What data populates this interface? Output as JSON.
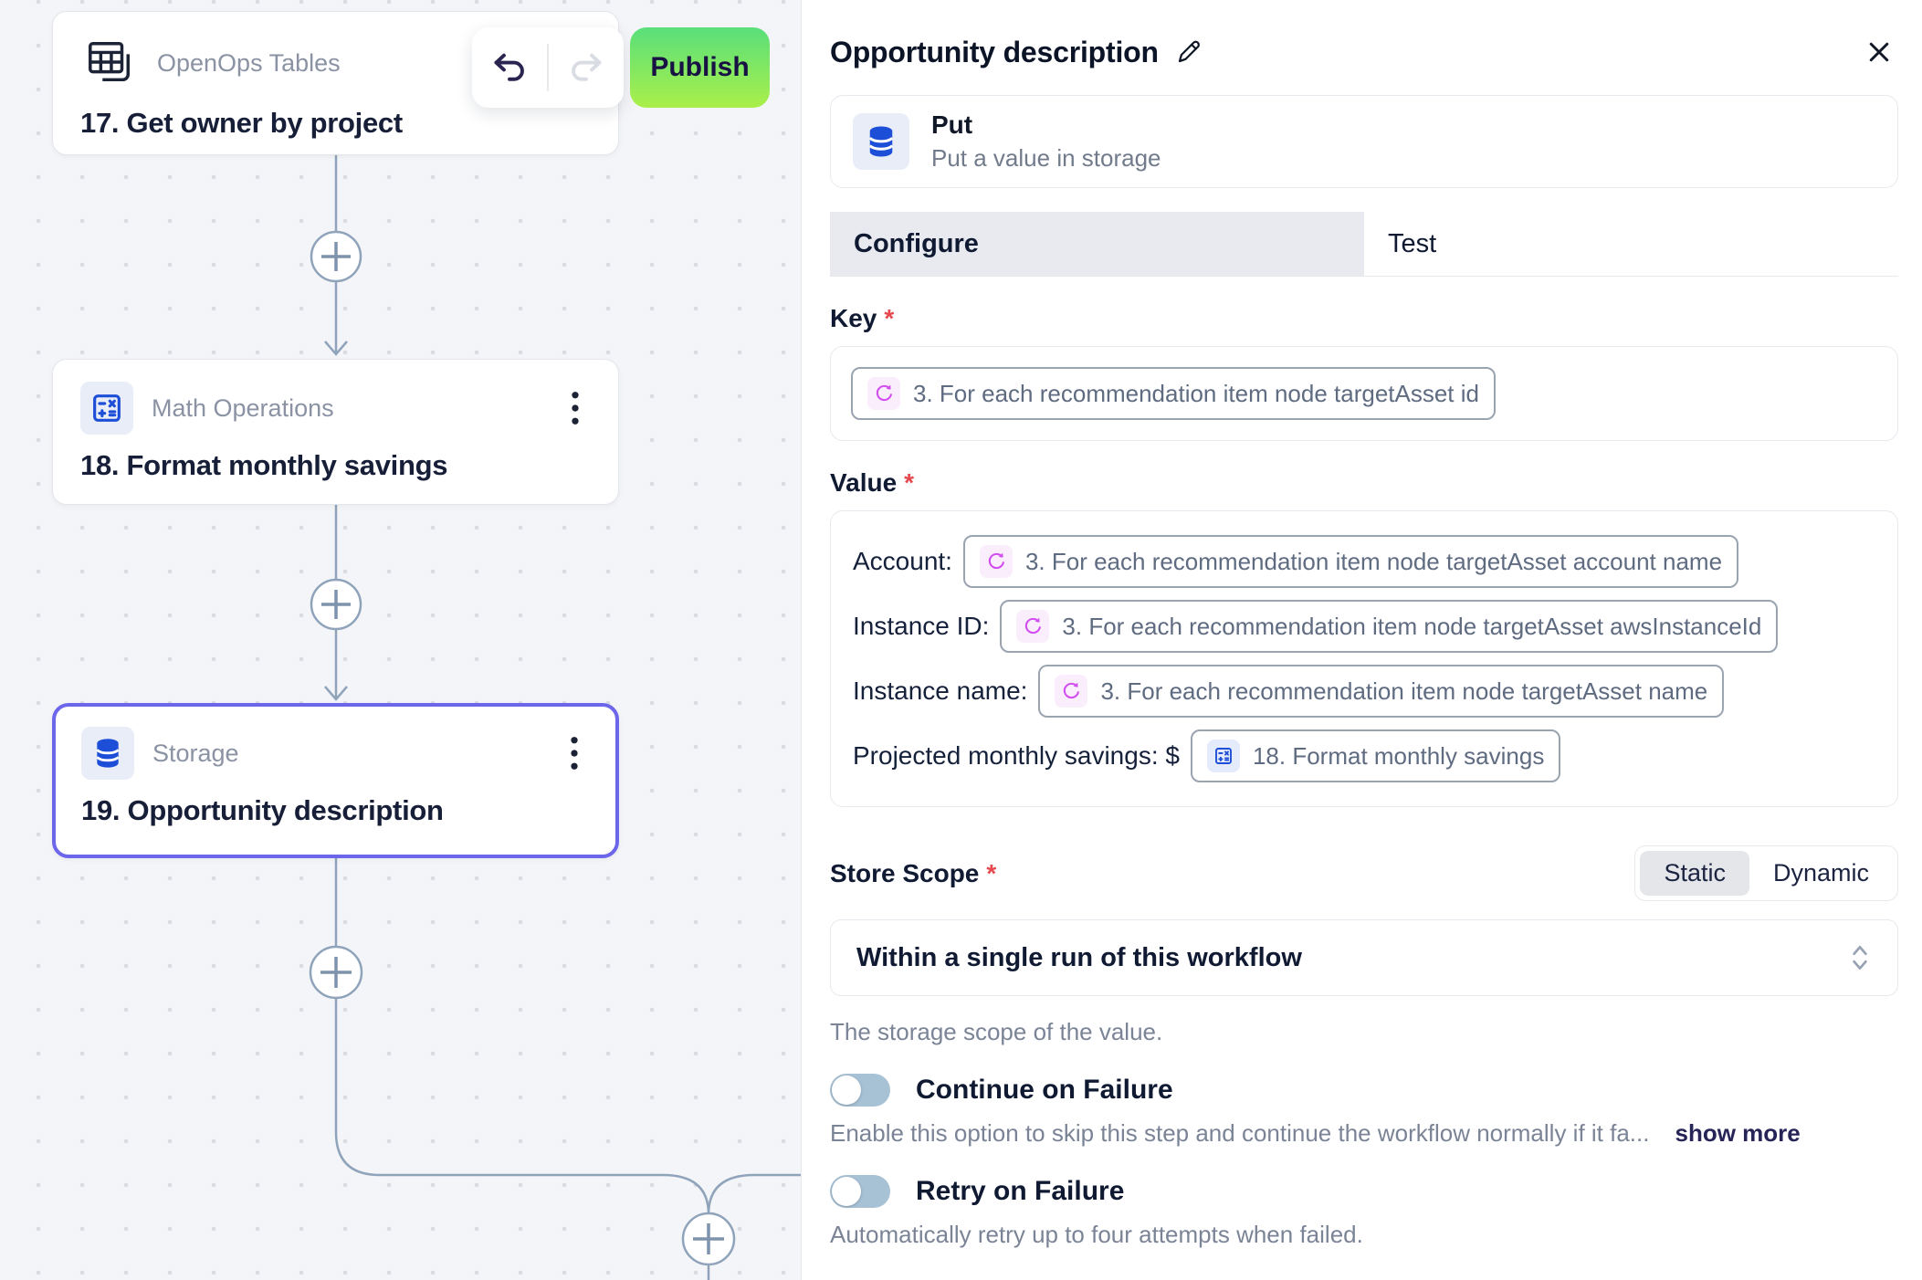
{
  "canvas": {
    "publish_label": "Publish",
    "nodes": [
      {
        "app": "OpenOps Tables",
        "title": "17. Get owner by project",
        "icon": "tables-icon"
      },
      {
        "app": "Math Operations",
        "title": "18. Format monthly savings",
        "icon": "calculator-icon"
      },
      {
        "app": "Storage",
        "title": "19. Opportunity description",
        "icon": "database-icon",
        "selected": true
      }
    ],
    "accent_colors": {
      "selected_border": "#6c66ea",
      "publish_top": "#59df7b",
      "publish_bottom": "#aaef49",
      "edge": "#8fa3ba"
    }
  },
  "panel": {
    "title": "Opportunity description",
    "required_marker": "*",
    "action": {
      "name": "Put",
      "description": "Put a value in storage",
      "icon": "database-icon"
    },
    "tabs": [
      {
        "label": "Configure",
        "active": true
      },
      {
        "label": "Test",
        "active": false
      }
    ],
    "fields": {
      "key": {
        "label": "Key",
        "token": {
          "icon": "loop-icon",
          "text": "3. For each recommendation item node targetAsset id"
        }
      },
      "value": {
        "label": "Value",
        "rows": [
          {
            "prefix": "Account:",
            "token": {
              "icon": "loop-icon",
              "text": "3. For each recommendation item node targetAsset account name"
            }
          },
          {
            "prefix": "Instance ID:",
            "token": {
              "icon": "loop-icon",
              "text": "3. For each recommendation item node targetAsset awsInstanceId"
            }
          },
          {
            "prefix": "Instance name:",
            "token": {
              "icon": "loop-icon",
              "text": "3. For each recommendation item node targetAsset name"
            }
          },
          {
            "prefix": "Projected monthly savings: $",
            "token": {
              "icon": "calculator-icon",
              "text": "18. Format monthly savings"
            }
          }
        ]
      },
      "store_scope": {
        "label": "Store Scope",
        "mode_options": [
          "Static",
          "Dynamic"
        ],
        "selected_mode": "Static",
        "value": "Within a single run of this workflow",
        "help": "The storage scope of the value."
      }
    },
    "toggles": [
      {
        "label": "Continue on Failure",
        "on": false,
        "help": "Enable this option to skip this step and continue the workflow normally if it fa...",
        "more_label": "show more"
      },
      {
        "label": "Retry on Failure",
        "on": false,
        "help": "Automatically retry up to four attempts when failed."
      }
    ]
  }
}
